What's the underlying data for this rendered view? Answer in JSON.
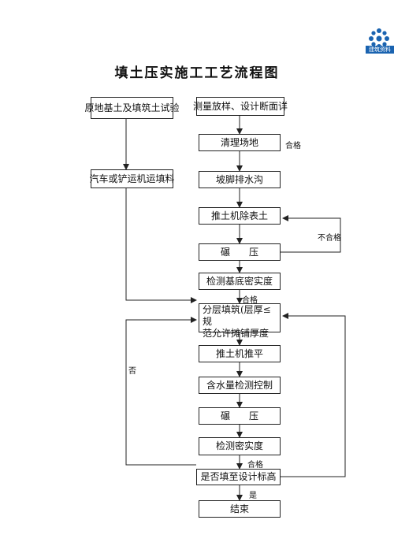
{
  "title": "填土压实施工工艺流程图",
  "logo_text": "建筑资料",
  "nodes": {
    "left_test": "原地基土及填筑土试验",
    "left_transport": "汽车或铲运机运填料",
    "survey": "测量放样、设计断面详",
    "clear": "清理场地",
    "ditch": "坡脚排水沟",
    "bulldoze_remove": "推土机除表土",
    "compact1": "碾　　压",
    "check_base": "检测基底密实度",
    "layer_fill_line1": "分层填筑(层厚≤规",
    "layer_fill_line2": "范允许摊铺厚度",
    "bulldoze_level": "推土机推平",
    "moisture": "含水量检测控制",
    "compact2": "碾　　压",
    "check_density": "检测密实度",
    "design_height": "是否填至设计标高",
    "end": "结束"
  },
  "labels": {
    "pass1": "合格",
    "fail1": "不合格",
    "pass2": "合格",
    "no": "否",
    "pass3": "合格",
    "yes": "是"
  },
  "colors": {
    "line": "#222222",
    "logo": "#1a63b0"
  }
}
